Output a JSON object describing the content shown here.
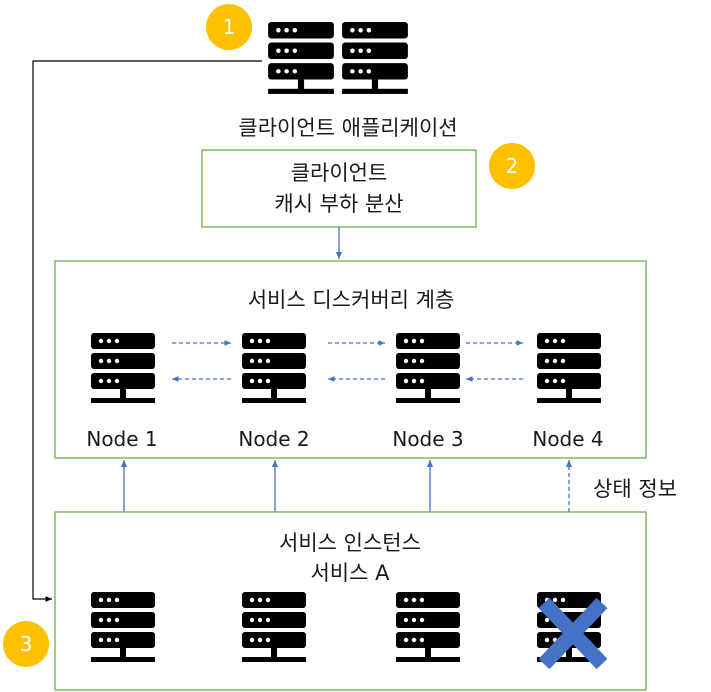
{
  "client_app": {
    "label": "클라이언트 애플리케이션"
  },
  "load_balancer": {
    "line1": "클라이언트",
    "line2": "캐시 부하 분산"
  },
  "discovery": {
    "title": "서비스 디스커버리 계층",
    "nodes": [
      {
        "label": "Node 1"
      },
      {
        "label": "Node 2"
      },
      {
        "label": "Node 3"
      },
      {
        "label": "Node 4"
      }
    ]
  },
  "instances": {
    "title_line1": "서비스 인스턴스",
    "title_line2": "서비스 A"
  },
  "status_label": "상태 정보",
  "badges": [
    "1",
    "2",
    "3"
  ],
  "colors": {
    "box_border": "#70ad47",
    "arrow": "#4472c4",
    "badge": "#ffc000",
    "fail_x": "#4472c4",
    "icon": "#000000"
  },
  "icons": {
    "server": "server-icon",
    "failed": "failed-x-icon"
  }
}
